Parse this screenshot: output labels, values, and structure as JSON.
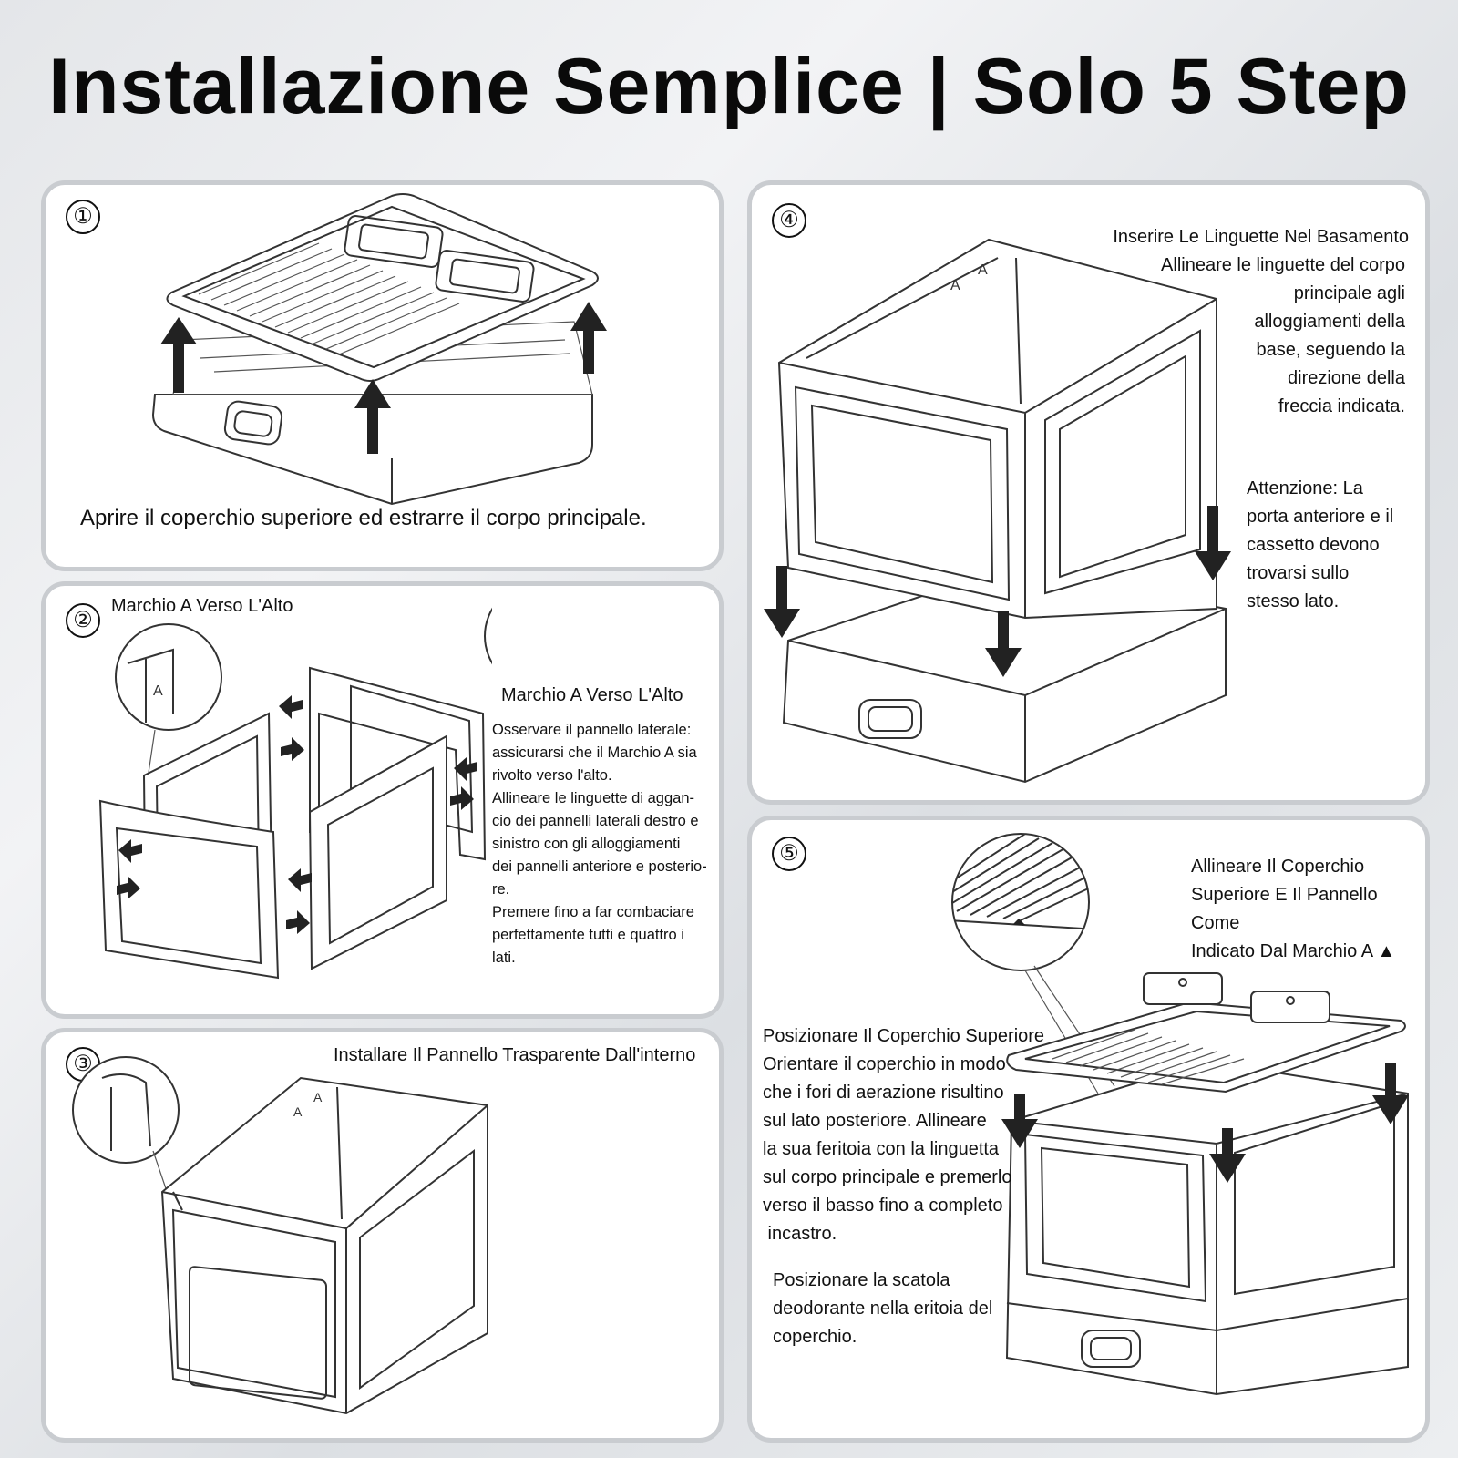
{
  "title": "Installazione Semplice | Solo 5 Step",
  "steps": [
    {
      "number": "①",
      "caption": "Aprire il coperchio superiore ed estrarre il corpo principale."
    },
    {
      "number": "②",
      "mark_label_1": "Marchio A Verso L'Alto",
      "mark_label_2": "Marchio A Verso L'Alto",
      "lines": [
        "Osservare il pannello laterale:",
        "assicurarsi che il Marchio A sia",
        "rivolto verso l'alto.",
        "Allineare le linguette di aggan-",
        "cio dei pannelli laterali destro e",
        "sinistro con gli alloggiamenti",
        "dei pannelli anteriore e posterio-",
        "re.",
        "Premere fino a far combaciare",
        "perfettamente tutti e quattro i",
        "lati."
      ]
    },
    {
      "number": "③",
      "caption": "Installare Il Pannello Trasparente Dall'interno"
    },
    {
      "number": "④",
      "heading": "Inserire Le Linguette Nel Basamento",
      "lines": [
        "Allineare le linguette del corpo",
        "principale agli",
        "alloggiamenti della",
        "base, seguendo la",
        "direzione della",
        "freccia indicata."
      ],
      "note_lines": [
        "Attenzione: La",
        "porta anteriore e il",
        "cassetto devono",
        "trovarsi sullo",
        "stesso lato."
      ]
    },
    {
      "number": "⑤",
      "align_lines": [
        "Allineare Il Coperchio",
        "Superiore E Il Pannello Come",
        "Indicato Dal Marchio A ▲"
      ],
      "heading": "Posizionare Il Coperchio Superiore",
      "lines": [
        "Orientare il coperchio in modo",
        "che i fori di aerazione risultino",
        "sul lato posteriore. Allineare",
        "la sua feritoia con la linguetta",
        "sul corpo principale e premerlo",
        "verso il basso fino a completo",
        " incastro."
      ],
      "box_lines": [
        "Posizionare la scatola",
        "deodorante nella eritoia del",
        "coperchio."
      ]
    }
  ],
  "marks": {
    "a": "A"
  }
}
